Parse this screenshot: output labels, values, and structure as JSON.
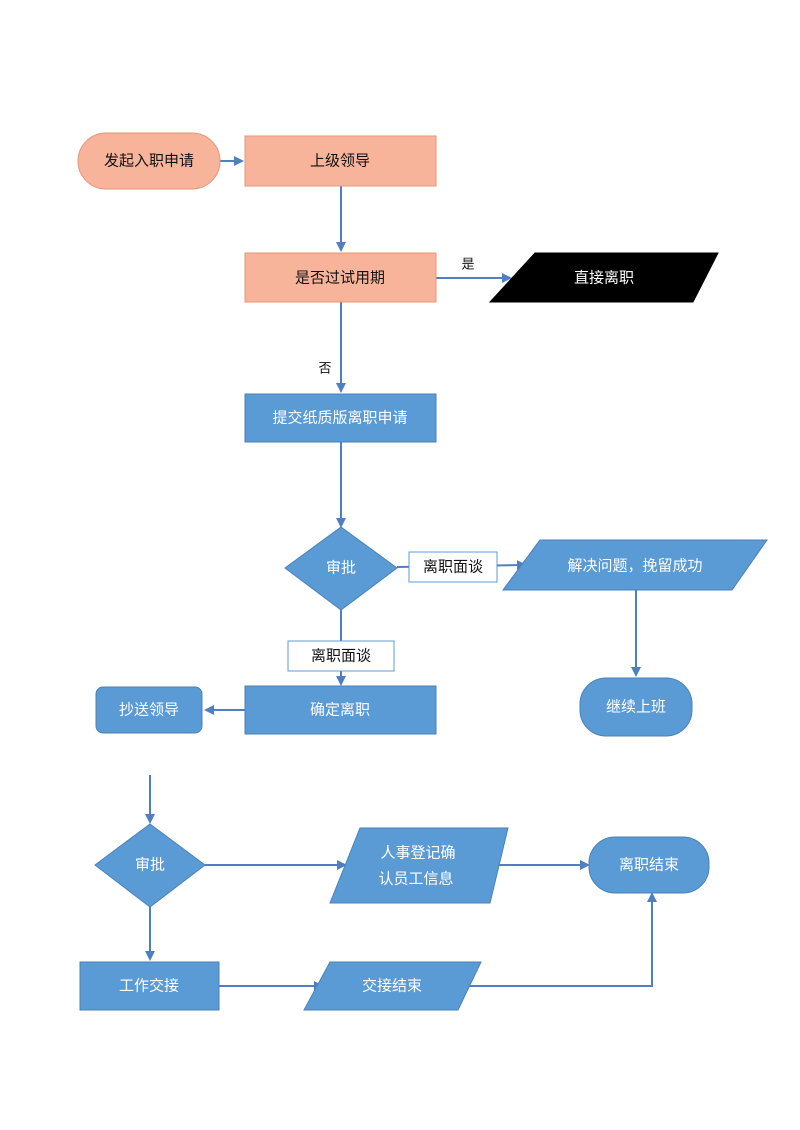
{
  "nodes": {
    "start": "发起入职申请",
    "leader": "上级领导",
    "probation": "是否过试用期",
    "direct_resign": "直接离职",
    "submit_paper": "提交纸质版离职申请",
    "approve1": "审批",
    "solve_problem": "解决问题，挽留成功",
    "continue_work": "继续上班",
    "confirm_resign": "确定离职",
    "cc_leader": "抄送领导",
    "approve2": "审批",
    "hr_confirm_line1": "人事登记确",
    "hr_confirm_line2": "认员工信息",
    "resign_end": "离职结束",
    "handover": "工作交接",
    "handover_end": "交接结束"
  },
  "edge_labels": {
    "yes": "是",
    "no": "否",
    "interview_right": "离职面谈",
    "interview_down": "离职面谈"
  }
}
